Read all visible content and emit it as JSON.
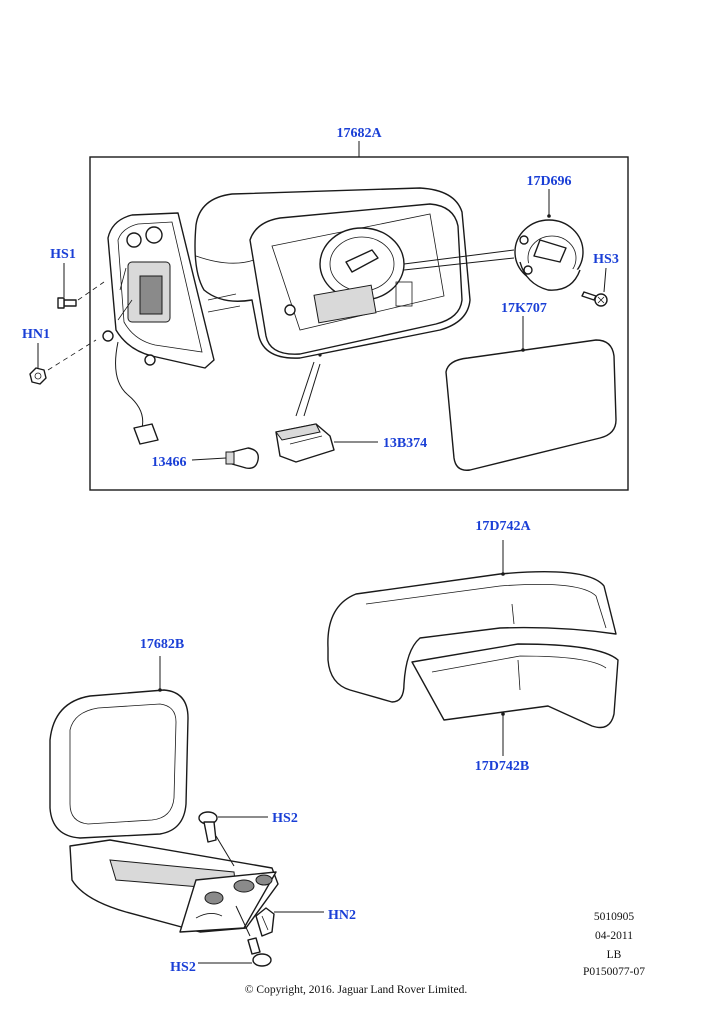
{
  "callouts": {
    "assembly_a": "17682A",
    "glass_motor": "17D696",
    "hs1": "HS1",
    "hn1": "HN1",
    "hs3": "HS3",
    "glass": "17K707",
    "bulb": "13466",
    "lamp": "13B374",
    "cover_a": "17D742A",
    "assembly_b": "17682B",
    "hs2_top": "HS2",
    "hn2": "HN2",
    "hs2_bottom": "HS2",
    "cover_b": "17D742B"
  },
  "reference": {
    "line1": "5010905",
    "line2": "04-2011",
    "line3": "LB",
    "line4": "P0150077-07"
  },
  "copyright": "© Copyright, 2016. Jaguar Land Rover Limited."
}
